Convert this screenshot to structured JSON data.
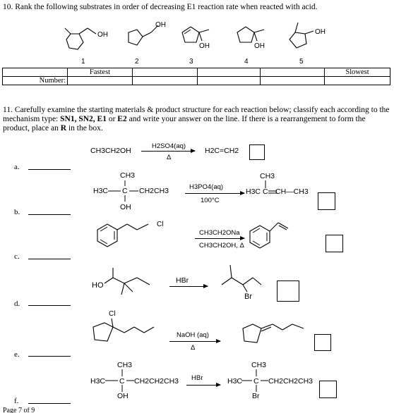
{
  "q10": {
    "text": "10. Rank the following substrates in order of decreasing E1 reaction rate when reacted with acid.",
    "oh_label": "OH",
    "molecule_numbers": [
      "1",
      "2",
      "3",
      "4",
      "5"
    ],
    "table": {
      "row_label": "Number:",
      "fastest": "Fastest",
      "slowest": "Slowest"
    }
  },
  "q11": {
    "text_a": "11. Carefully examine the starting materials & product structure for each reaction below; classify each according to the mechanism type: ",
    "text_bold": "SN1, SN2, E1",
    "text_or": " or ",
    "text_bold2": "E2",
    "text_b": " and write your answer on the line. If there is a rearrangement to form the product, place an ",
    "text_bold3": "R",
    "text_c": " in the box."
  },
  "reactions": {
    "a": {
      "label": "a.",
      "reactant": "CH3CH2OH",
      "reagent_top": "H2SO4(aq)",
      "reagent_bottom": "Δ",
      "product": "H2C=CH2"
    },
    "b": {
      "label": "b.",
      "reactant_top": "CH3",
      "reactant_left": "H3C",
      "reactant_c": "C",
      "reactant_right": "CH2CH3",
      "reactant_bottom": "OH",
      "reagent_top": "H3PO4(aq)",
      "reagent_bottom": "100°C",
      "product_top": "CH3",
      "product_left": "H3C",
      "product_c": "C",
      "product_right": "CH—CH3"
    },
    "c": {
      "label": "c.",
      "leaving_group": "Cl",
      "reagent_top": "CH3CH2ONa",
      "reagent_bottom": "CH3CH2OH, Δ"
    },
    "d": {
      "label": "d.",
      "reactant_group": "HO",
      "reagent_top": "HBr",
      "product_group": "Br"
    },
    "e": {
      "label": "e.",
      "leaving_group": "Cl",
      "reagent_top": "NaOH (aq)",
      "reagent_bottom": "Δ"
    },
    "f": {
      "label": "f.",
      "reactant_top": "CH3",
      "reactant_left": "H3C",
      "reactant_c": "C",
      "reactant_right": "CH2CH2CH3",
      "reactant_bottom": "OH",
      "reagent_top": "HBr",
      "product_top": "CH3",
      "product_left": "H3C",
      "product_c": "C",
      "product_right": "CH2CH2CH3",
      "product_bottom": "Br"
    }
  },
  "footer": "Page 7 of 9"
}
